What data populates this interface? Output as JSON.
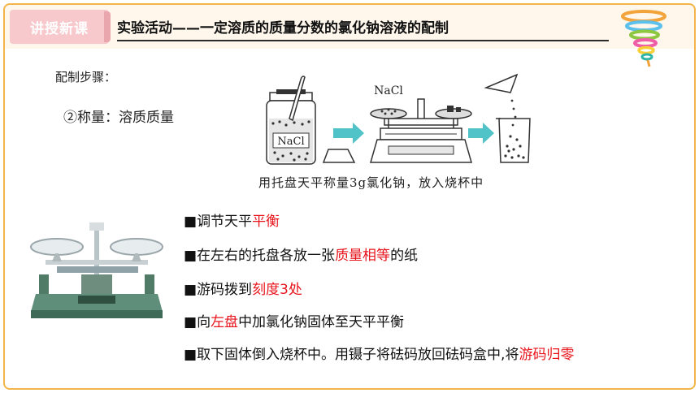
{
  "header": {
    "tag": "讲授新课",
    "title": "实验活动——一定溶质的质量分数的氯化钠溶液的配制"
  },
  "section": {
    "steps_label": "配制步骤：",
    "weigh_label": "②称量：溶质质量"
  },
  "figure": {
    "bottle_label": "NaCl",
    "balance_label": "NaCl",
    "caption": "用托盘天平称量3g氯化钠，放入烧杯中"
  },
  "items": [
    {
      "marker": "■",
      "parts": [
        {
          "text": "调节天平",
          "red": false
        },
        {
          "text": "平衡",
          "red": true
        }
      ]
    },
    {
      "marker": "■",
      "parts": [
        {
          "text": "在左右的托盘各放一张",
          "red": false
        },
        {
          "text": "质量相等",
          "red": true
        },
        {
          "text": "的纸",
          "red": false
        }
      ]
    },
    {
      "marker": "■",
      "parts": [
        {
          "text": "游码拨到",
          "red": false
        },
        {
          "text": "刻度3处",
          "red": true
        }
      ]
    },
    {
      "marker": "■",
      "parts": [
        {
          "text": "向",
          "red": false
        },
        {
          "text": "左盘",
          "red": true
        },
        {
          "text": "中加氯化钠固体至天平平衡",
          "red": false
        }
      ]
    },
    {
      "marker": "■",
      "parts": [
        {
          "text": "取下固体倒入烧杯中。用镊子将砝码放回砝码盒中,将",
          "red": false
        },
        {
          "text": "游码归零",
          "red": true
        }
      ]
    }
  ],
  "colors": {
    "frame": "#f3b54a",
    "tag_bg": "#f7c8cc",
    "emphasis": "#e8141c",
    "arrow": "#4fc3c8"
  },
  "icons": [
    "funnel-swirl-logo",
    "arrow-right-icon",
    "balance-photo"
  ]
}
